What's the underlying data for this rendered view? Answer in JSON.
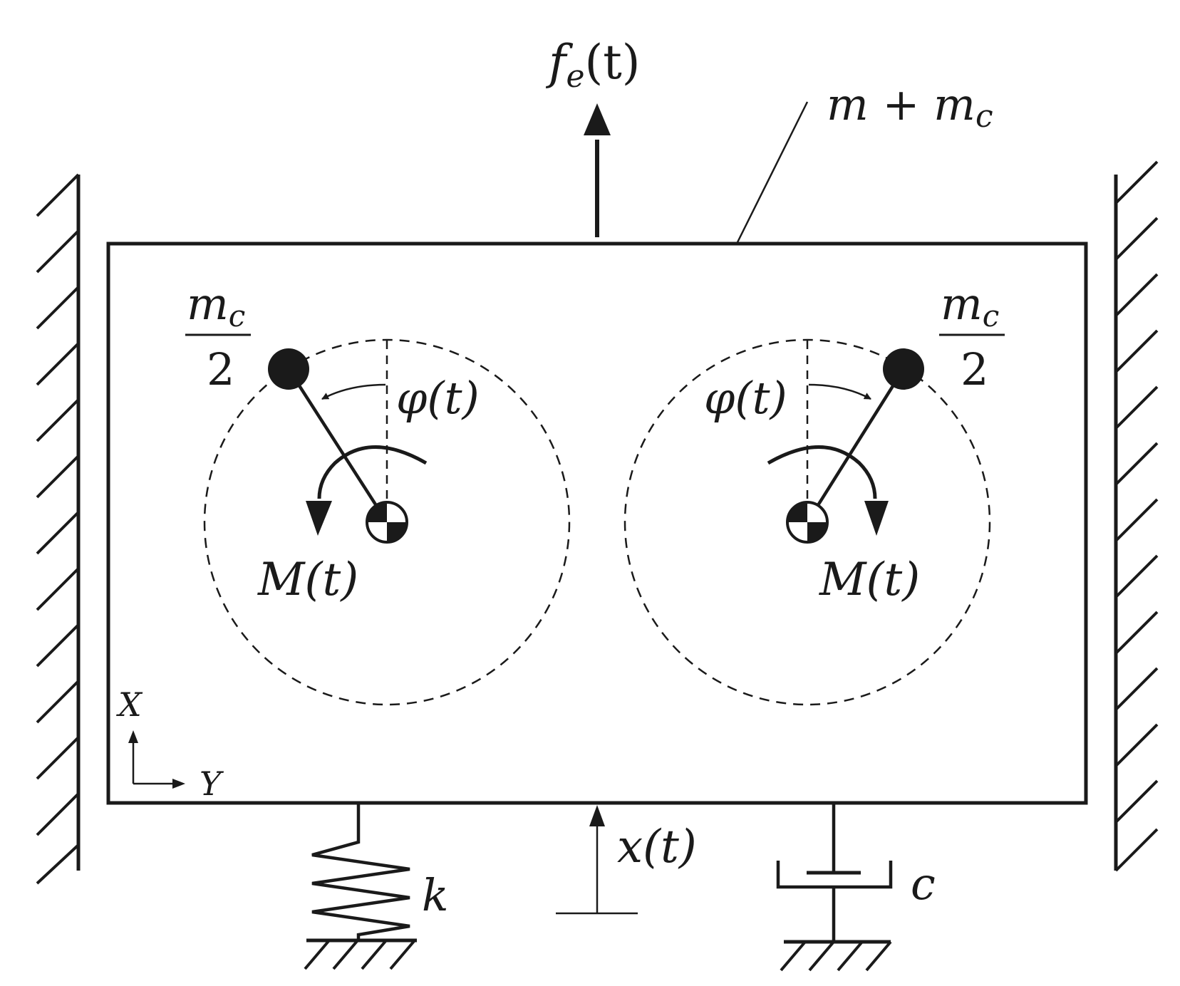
{
  "labels": {
    "excitation_force": "f",
    "excitation_force_sub": "e",
    "excitation_force_arg": "(t)",
    "total_mass": "m + m",
    "total_mass_sub": "c",
    "unbalance_mass_num": "m",
    "unbalance_mass_num_sub": "c",
    "unbalance_mass_den": "2",
    "angle": "φ(t)",
    "moment": "M(t)",
    "displacement": "x(t)",
    "stiffness": "k",
    "damping": "c",
    "axis_x": "X",
    "axis_y": "Y"
  },
  "colors": {
    "ink": "#1a1a1a",
    "background": "#ffffff"
  }
}
